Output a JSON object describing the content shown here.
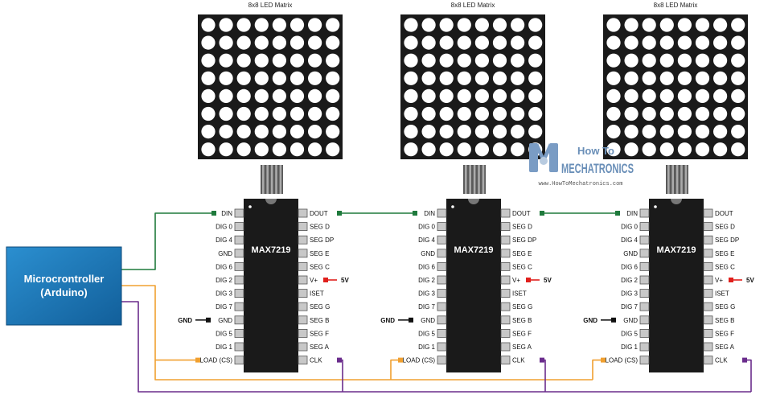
{
  "matrix_title": "8x8 LED Matrix",
  "chip_name": "MAX7219",
  "left_pins": [
    "DIN",
    "DIG 0",
    "DIG 4",
    "GND",
    "DIG 6",
    "DIG 2",
    "DIG 3",
    "DIG 7",
    "GND",
    "DIG 5",
    "DIG 1",
    "LOAD (CS)"
  ],
  "right_pins": [
    "DOUT",
    "SEG D",
    "SEG DP",
    "SEG E",
    "SEG C",
    "V+",
    "ISET",
    "SEG G",
    "SEG B",
    "SEG F",
    "SEG A",
    "CLK"
  ],
  "labels": {
    "gnd": "GND",
    "vcc": "5V"
  },
  "microcontroller": {
    "line1": "Microcrontroller",
    "line2": "(Arduino)"
  },
  "logo": {
    "how_to": "How To",
    "mechatronics": "MECHATRONICS",
    "url": "www.HowToMechatronics.com"
  },
  "colors": {
    "din": "#1f7a3c",
    "load": "#f0a030",
    "clk": "#6a2c8c",
    "power": "#e0201c",
    "ground": "#111111",
    "chip": "#1a1a1a",
    "mcu": "#1e78b4"
  }
}
